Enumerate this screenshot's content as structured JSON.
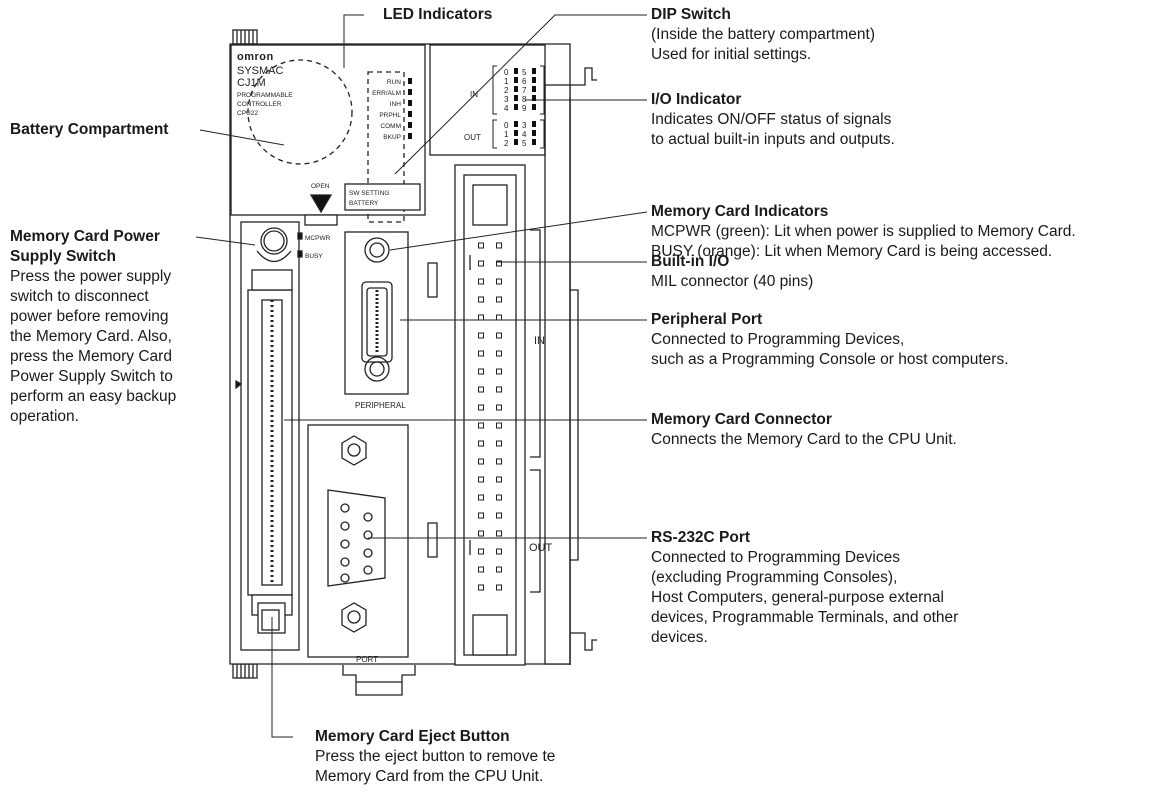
{
  "device": {
    "logo": "omron",
    "model_lines": [
      "SYSMAC",
      "CJ1M"
    ],
    "sub_lines": [
      "PROGRAMMABLE",
      "CONTROLLER"
    ],
    "cpu": "CPU22",
    "open": "OPEN",
    "status_leds": [
      "RUN",
      "ERR/ALM",
      "INH",
      "PRPHL",
      "COMM",
      "BKUP"
    ],
    "sw_setting": "SW SETTING",
    "battery": "BATTERY",
    "mcpwr": "MCPWR",
    "busy": "BUSY",
    "in": "IN",
    "out": "OUT",
    "in_numbers_left": [
      "0",
      "1",
      "2",
      "3",
      "4"
    ],
    "in_numbers_right": [
      "5",
      "6",
      "7",
      "8",
      "9"
    ],
    "out_numbers_left": [
      "0",
      "1",
      "2"
    ],
    "out_numbers_right": [
      "3",
      "4",
      "5"
    ],
    "peripheral": "PERIPHERAL",
    "port": "PORT",
    "connector_in": "IN",
    "connector_out": "OUT"
  },
  "callouts": {
    "led_indicators": {
      "title": "LED Indicators"
    },
    "dip_switch": {
      "title": "DIP Switch",
      "lines": [
        "(Inside the battery compartment)",
        "Used for initial settings."
      ]
    },
    "io_indicator": {
      "title": "I/O Indicator",
      "lines": [
        "Indicates ON/OFF status of signals",
        "to actual built-in inputs and outputs."
      ]
    },
    "memory_card_indicators": {
      "title": "Memory Card Indicators",
      "lines": [
        "MCPWR (green): Lit when power is supplied to Memory Card.",
        "BUSY (orange): Lit when Memory Card is being accessed."
      ]
    },
    "built_in_io": {
      "title": "Built-in I/O",
      "lines": [
        "MIL connector (40 pins)"
      ]
    },
    "peripheral_port": {
      "title": "Peripheral Port",
      "lines": [
        "Connected to Programming Devices,",
        "such as a Programming Console or host computers."
      ]
    },
    "memory_card_connector": {
      "title": "Memory Card Connector",
      "lines": [
        "Connects the Memory Card to the CPU Unit."
      ]
    },
    "rs232c_port": {
      "title": "RS-232C Port",
      "lines": [
        "Connected to Programming Devices",
        "(excluding Programming Consoles),",
        "Host Computers, general-purpose external",
        "devices, Programmable Terminals, and other",
        "devices."
      ]
    },
    "battery_compartment": {
      "title": "Battery Compartment"
    },
    "memory_card_power_supply_switch": {
      "title_lines": [
        "Memory Card Power",
        "Supply Switch"
      ],
      "lines": [
        "Press the power supply",
        "switch to disconnect",
        "power before removing",
        "the Memory Card. Also,",
        "press the Memory Card",
        "Power Supply Switch to",
        "perform an easy backup",
        "operation."
      ]
    },
    "memory_card_eject_button": {
      "title": "Memory Card Eject Button",
      "lines": [
        "Press the eject button to remove te",
        "Memory Card from the CPU Unit."
      ]
    }
  }
}
